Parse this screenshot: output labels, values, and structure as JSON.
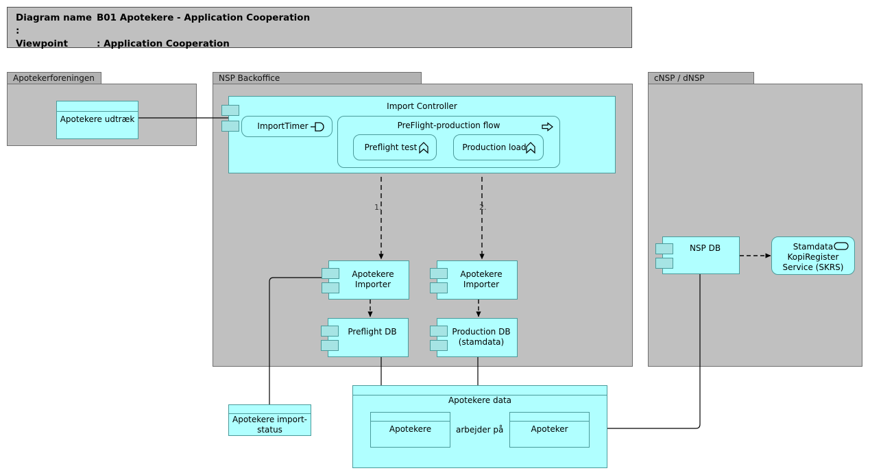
{
  "title_block": {
    "rows": [
      {
        "label": "Diagram name :",
        "value": "B01 Apotekere - Application Cooperation"
      },
      {
        "label": "Viewpoint",
        "value": ": Application Cooperation"
      }
    ]
  },
  "colors": {
    "element_fill": "#b0ffff",
    "element_stroke": "#4a9a9a",
    "group_fill": "#c0c0c0",
    "group_tab_fill": "#b2b2b2",
    "group_stroke": "#6e6e6e",
    "connector_tab_fill": "#a6e4e4",
    "line": "#000000",
    "canvas": "#ffffff"
  },
  "groups": [
    {
      "id": "apotekerforeningen",
      "label": "Apotekerforeningen"
    },
    {
      "id": "nsp-backoffice",
      "label": "NSP Backoffice"
    },
    {
      "id": "cnsp-dnsp",
      "label": "cNSP / dNSP"
    }
  ],
  "elements": {
    "apotekere_udtraek": {
      "label": "Apotekere udtræk",
      "type": "data-object"
    },
    "import_controller": {
      "label": "Import Controller",
      "type": "application-component"
    },
    "import_timer": {
      "label": "ImportTimer",
      "type": "application-interface",
      "icon": "interface-icon"
    },
    "preflight_flow": {
      "label": "PreFlight-production flow",
      "type": "application-process",
      "icon": "process-arrow-icon"
    },
    "preflight_test": {
      "label": "Preflight test",
      "type": "application-function",
      "icon": "function-chevron-icon"
    },
    "production_load": {
      "label": "Production load",
      "type": "application-function",
      "icon": "function-chevron-icon"
    },
    "importer_left": {
      "label": "Apotekere\nImporter",
      "type": "application-component"
    },
    "importer_right": {
      "label": "Apotekere\nImporter",
      "type": "application-component"
    },
    "preflight_db": {
      "label": "Preflight DB",
      "type": "application-component"
    },
    "production_db": {
      "label": "Production DB\n(stamdata)",
      "type": "application-component"
    },
    "import_status": {
      "label": "Apotekere import-\nstatus",
      "type": "data-object"
    },
    "apotekere_data": {
      "label": "Apotekere data",
      "type": "data-object"
    },
    "apotekere": {
      "label": "Apotekere",
      "type": "data-object"
    },
    "apoteker": {
      "label": "Apoteker",
      "type": "data-object"
    },
    "nsp_db": {
      "label": "NSP DB",
      "type": "application-component"
    },
    "skrs": {
      "label": "Stamdata\nKopiRegister\nService (SKRS)",
      "type": "application-service",
      "icon": "service-oval-icon"
    }
  },
  "edge_labels": {
    "flow_1": "1.",
    "flow_2": "2.",
    "association": "arbejder på"
  }
}
